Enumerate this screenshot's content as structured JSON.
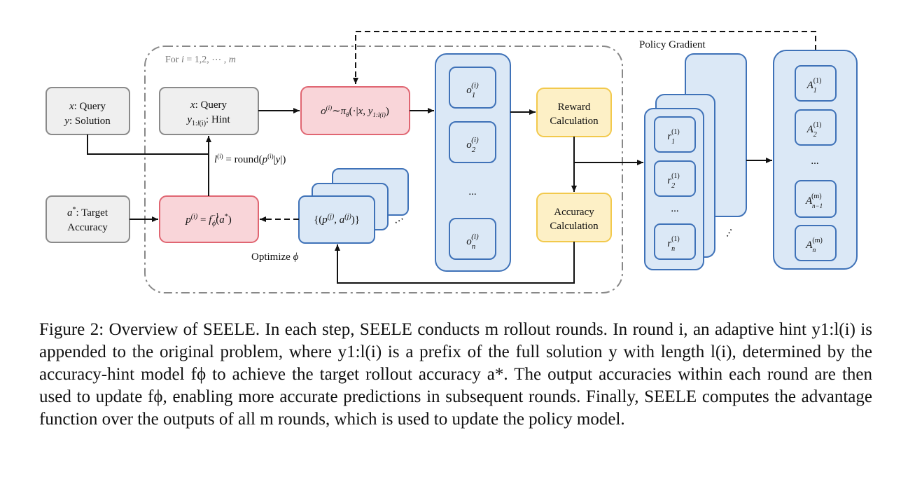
{
  "diagram": {
    "loop_label": "For i = 1,2,⋯,m",
    "query_solution": {
      "line1": "x: Query",
      "line2": "y: Solution"
    },
    "query_hint": {
      "line1": "x: Query",
      "line2": "y",
      "line2_sub": "1:l(i)",
      "line2_rest": ": Hint"
    },
    "hint_length": "l(i) = round(p(i)|y|)",
    "policy_sample": "o(i)∼πθ(·|x, y1:l(i))",
    "target_accuracy": {
      "line1": "a*: Target",
      "line2": "Accuracy"
    },
    "hint_model": "p(i) = fϕ−1(a*)",
    "history": "{(p(j), a(j))}",
    "optimize": "Optimize ϕ",
    "outputs": [
      "o1(i)",
      "o2(i)",
      "...",
      "on(i)"
    ],
    "reward": {
      "line1": "Reward",
      "line2": "Calculation"
    },
    "accuracy": {
      "line1": "Accuracy",
      "line2": "Calculation"
    },
    "rewards": [
      "r1(1)",
      "r2(1)",
      "...",
      "rn(1)"
    ],
    "policy_gradient": "Policy Gradient",
    "advantages": [
      "A1(1)",
      "A2(1)",
      "...",
      "An−1(m)",
      "An(m)"
    ],
    "ellipsis": "...",
    "colors": {
      "gray_fill": "#efefef",
      "pink_fill": "#f9d5d9",
      "pink_stroke": "#e06672",
      "blue_fill": "#dbe8f6",
      "blue_stroke": "#3f72b8",
      "yellow_fill": "#fdf0c6",
      "yellow_stroke": "#f2c94c"
    }
  },
  "caption": {
    "text": "Figure 2: Overview of SEELE. In each step, SEELE conducts m rollout rounds. In round i, an adaptive hint y1:l(i) is appended to the original problem, where y1:l(i) is a prefix of the full solution y with length l(i), determined by the accuracy-hint model fϕ to achieve the target rollout accuracy a*. The output accuracies within each round are then used to update fϕ, enabling more accurate predictions in subsequent rounds. Finally, SEELE computes the advantage function over the outputs of all m rounds, which is used to update the policy model."
  }
}
